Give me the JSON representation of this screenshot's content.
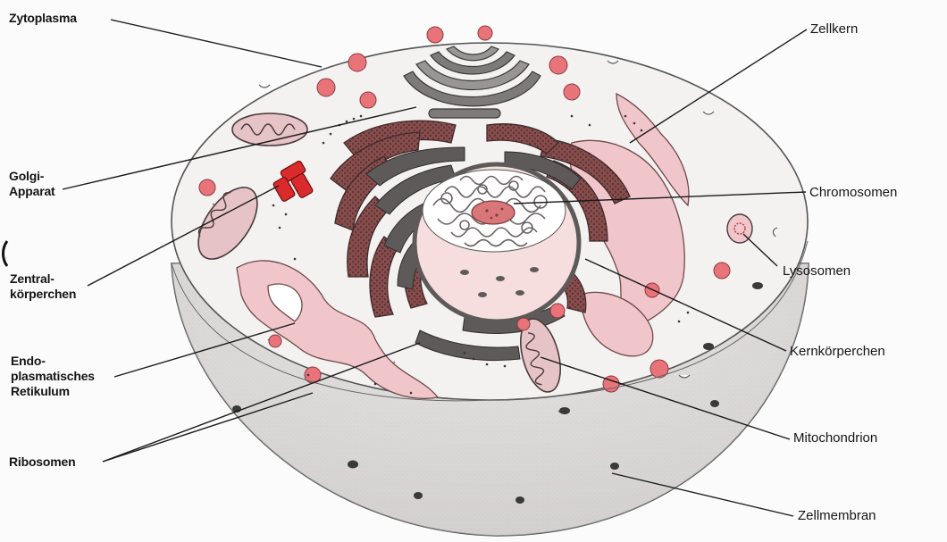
{
  "diagram": {
    "labels": {
      "zytoplasma": "Zytoplasma",
      "golgi": [
        "Golgi-",
        "Apparat"
      ],
      "zentral": [
        "Zentral-",
        "körperchen"
      ],
      "endo": [
        "Endo-",
        "plasmatisches",
        "Retikulum"
      ],
      "ribosomen": "Ribosomen",
      "zellkern": "Zellkern",
      "chromosomen": "Chromosomen",
      "lysosomen": "Lysosomen",
      "kernkoerperchen": "Kernkörperchen",
      "mitochondrion": "Mitochondrion",
      "zellmembran": "Zellmembran"
    },
    "colors": {
      "cytoplasm": "#f4f1f1",
      "membrane_side": "#dcd9d9",
      "er": "#f0c6cb",
      "rough_er": "#8a4e4e",
      "nucleus_envelope": "#5e5a5a",
      "nucleoplasm": "#f6dede",
      "vesicle": "#e8747a",
      "golgi": "#7f7a7a"
    }
  }
}
